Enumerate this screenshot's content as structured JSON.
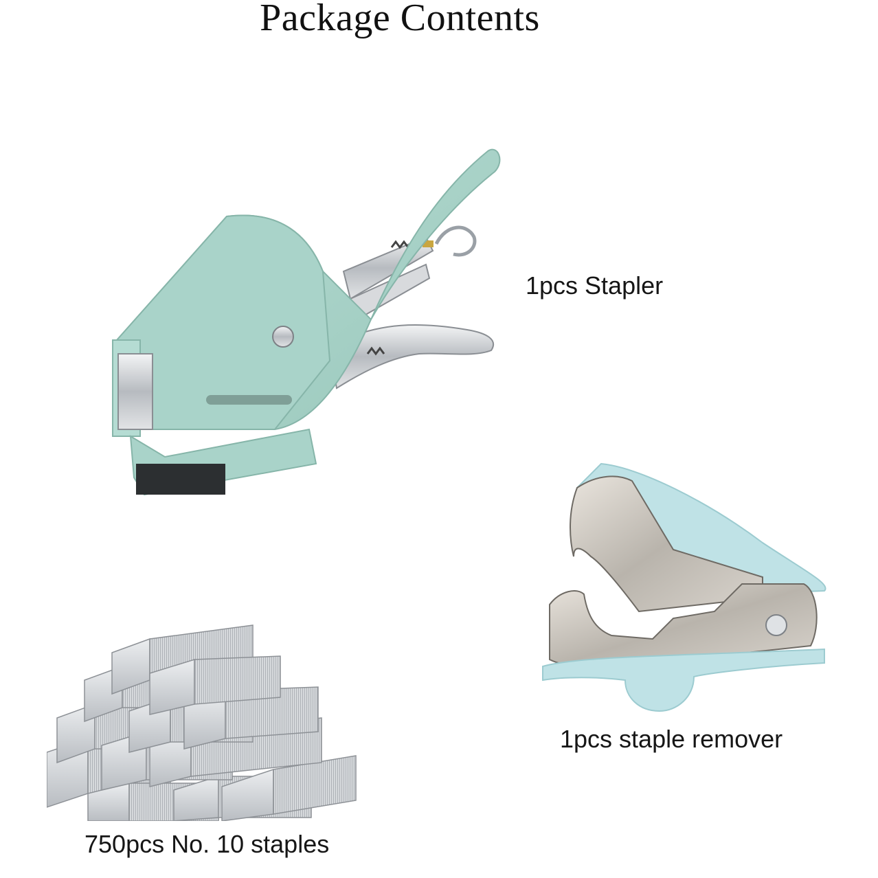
{
  "page": {
    "title": "Package Contents"
  },
  "items": [
    {
      "id": "stapler",
      "label": "1pcs Stapler",
      "icon": "stapler-icon"
    },
    {
      "id": "staple-remover",
      "label": "1pcs staple remover",
      "icon": "staple-remover-icon"
    },
    {
      "id": "staples",
      "label": "750pcs No. 10 staples",
      "icon": "staples-stack-icon"
    }
  ],
  "colors": {
    "mint": "#a9d3c9",
    "mint_light": "#b5dcd3",
    "remover_blue": "#bfe2e6",
    "chrome": "#c9ccd0",
    "chrome_dark": "#8a8e93",
    "text": "#161616"
  }
}
